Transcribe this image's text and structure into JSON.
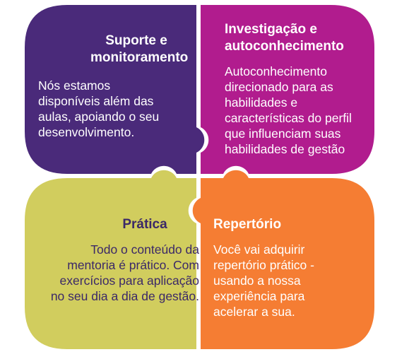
{
  "colors": {
    "purple": "#4a2a7a",
    "magenta": "#b11c8e",
    "green": "#d1cd5e",
    "orange": "#f57d33",
    "dark_text": "#3b2868"
  },
  "panels": [
    {
      "id": "support",
      "title": [
        "Suporte e",
        "monitoramento"
      ],
      "body": [
        "Nós estamos",
        "disponíveis além das",
        "aulas, apoiando o seu",
        "desenvolvimento."
      ]
    },
    {
      "id": "investigation",
      "title": [
        "Investigação e",
        "autoconhecimento"
      ],
      "body": [
        "Autoconhecimento",
        "direcionado para as",
        "habilidades e",
        "características do perfil",
        "que influenciam suas",
        "habilidades de gestão"
      ]
    },
    {
      "id": "practice",
      "title": [
        "Prática"
      ],
      "body": [
        "Todo o conteúdo da",
        "mentoria é prático. Com",
        "exercícios para aplicação",
        "no seu dia a dia de gestão."
      ]
    },
    {
      "id": "repertoire",
      "title": [
        "Repertório"
      ],
      "body": [
        "Você vai adquirir",
        "repertório prático -",
        "usando a nossa",
        "experiência para",
        "acelerar a sua."
      ]
    }
  ]
}
